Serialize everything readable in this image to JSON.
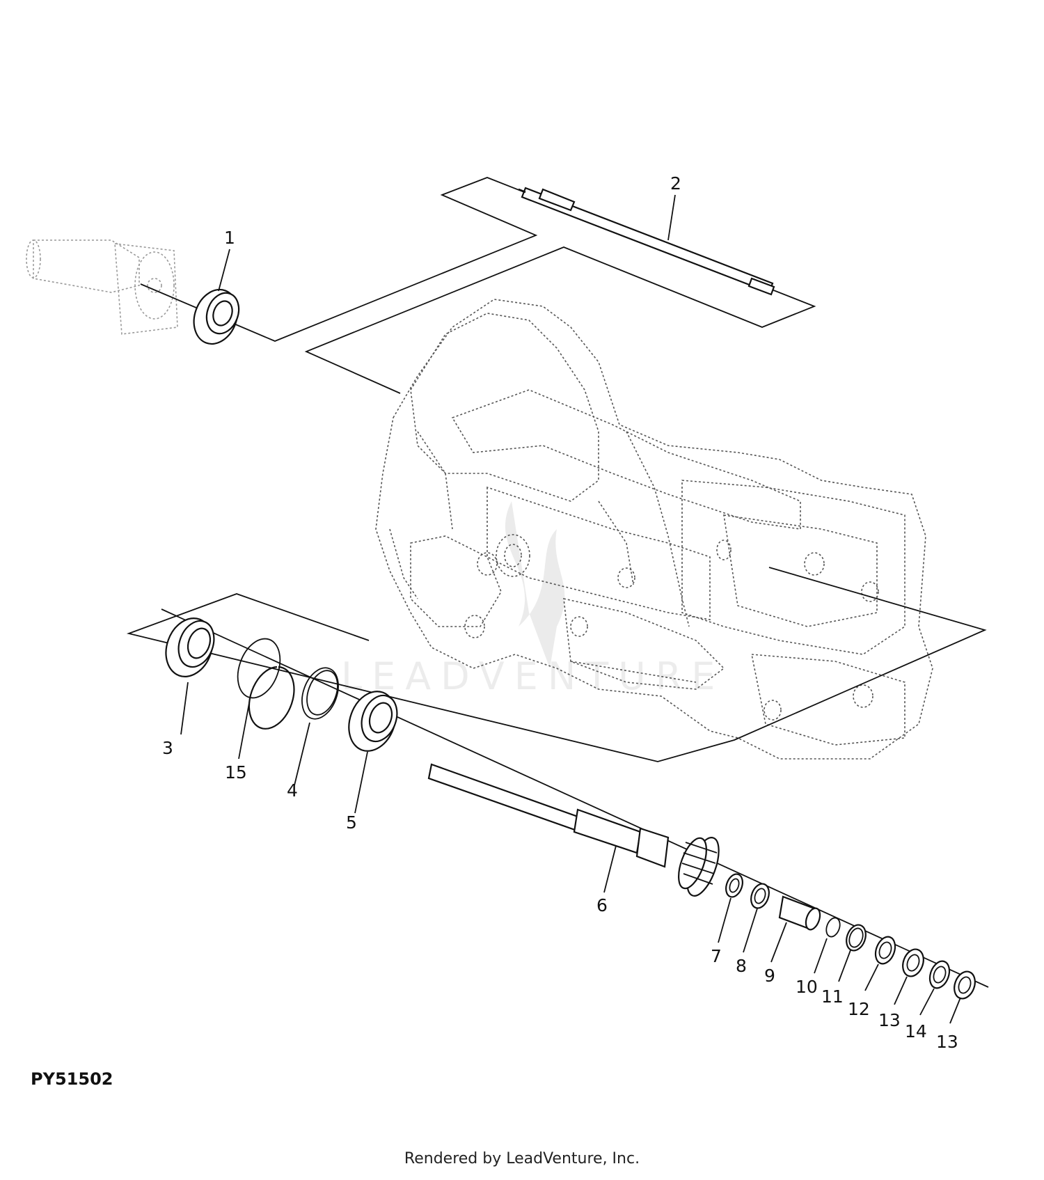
{
  "diagram": {
    "id": "PY51502",
    "credit": "Rendered by LeadVenture, Inc.",
    "watermark": "LEADVENTURE",
    "callouts": [
      "1",
      "2",
      "3",
      "15",
      "4",
      "5",
      "6",
      "7",
      "8",
      "9",
      "10",
      "11",
      "12",
      "13",
      "14",
      "13"
    ]
  }
}
